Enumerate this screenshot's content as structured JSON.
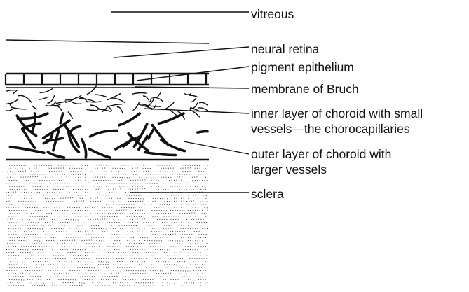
{
  "labels": {
    "vitreous": "vitreous",
    "neural_retina": "neural retina",
    "pigment_epithelium": "pigment epithelium",
    "membrane_of_bruch": "membrane of Bruch",
    "inner_choroid_line1": "inner layer of choroid with small",
    "inner_choroid_line2": "vessels—the chorocapillaries",
    "outer_choroid_line1": "outer layer of choroid with",
    "outer_choroid_line2": "larger vessels",
    "sclera": "sclera"
  }
}
